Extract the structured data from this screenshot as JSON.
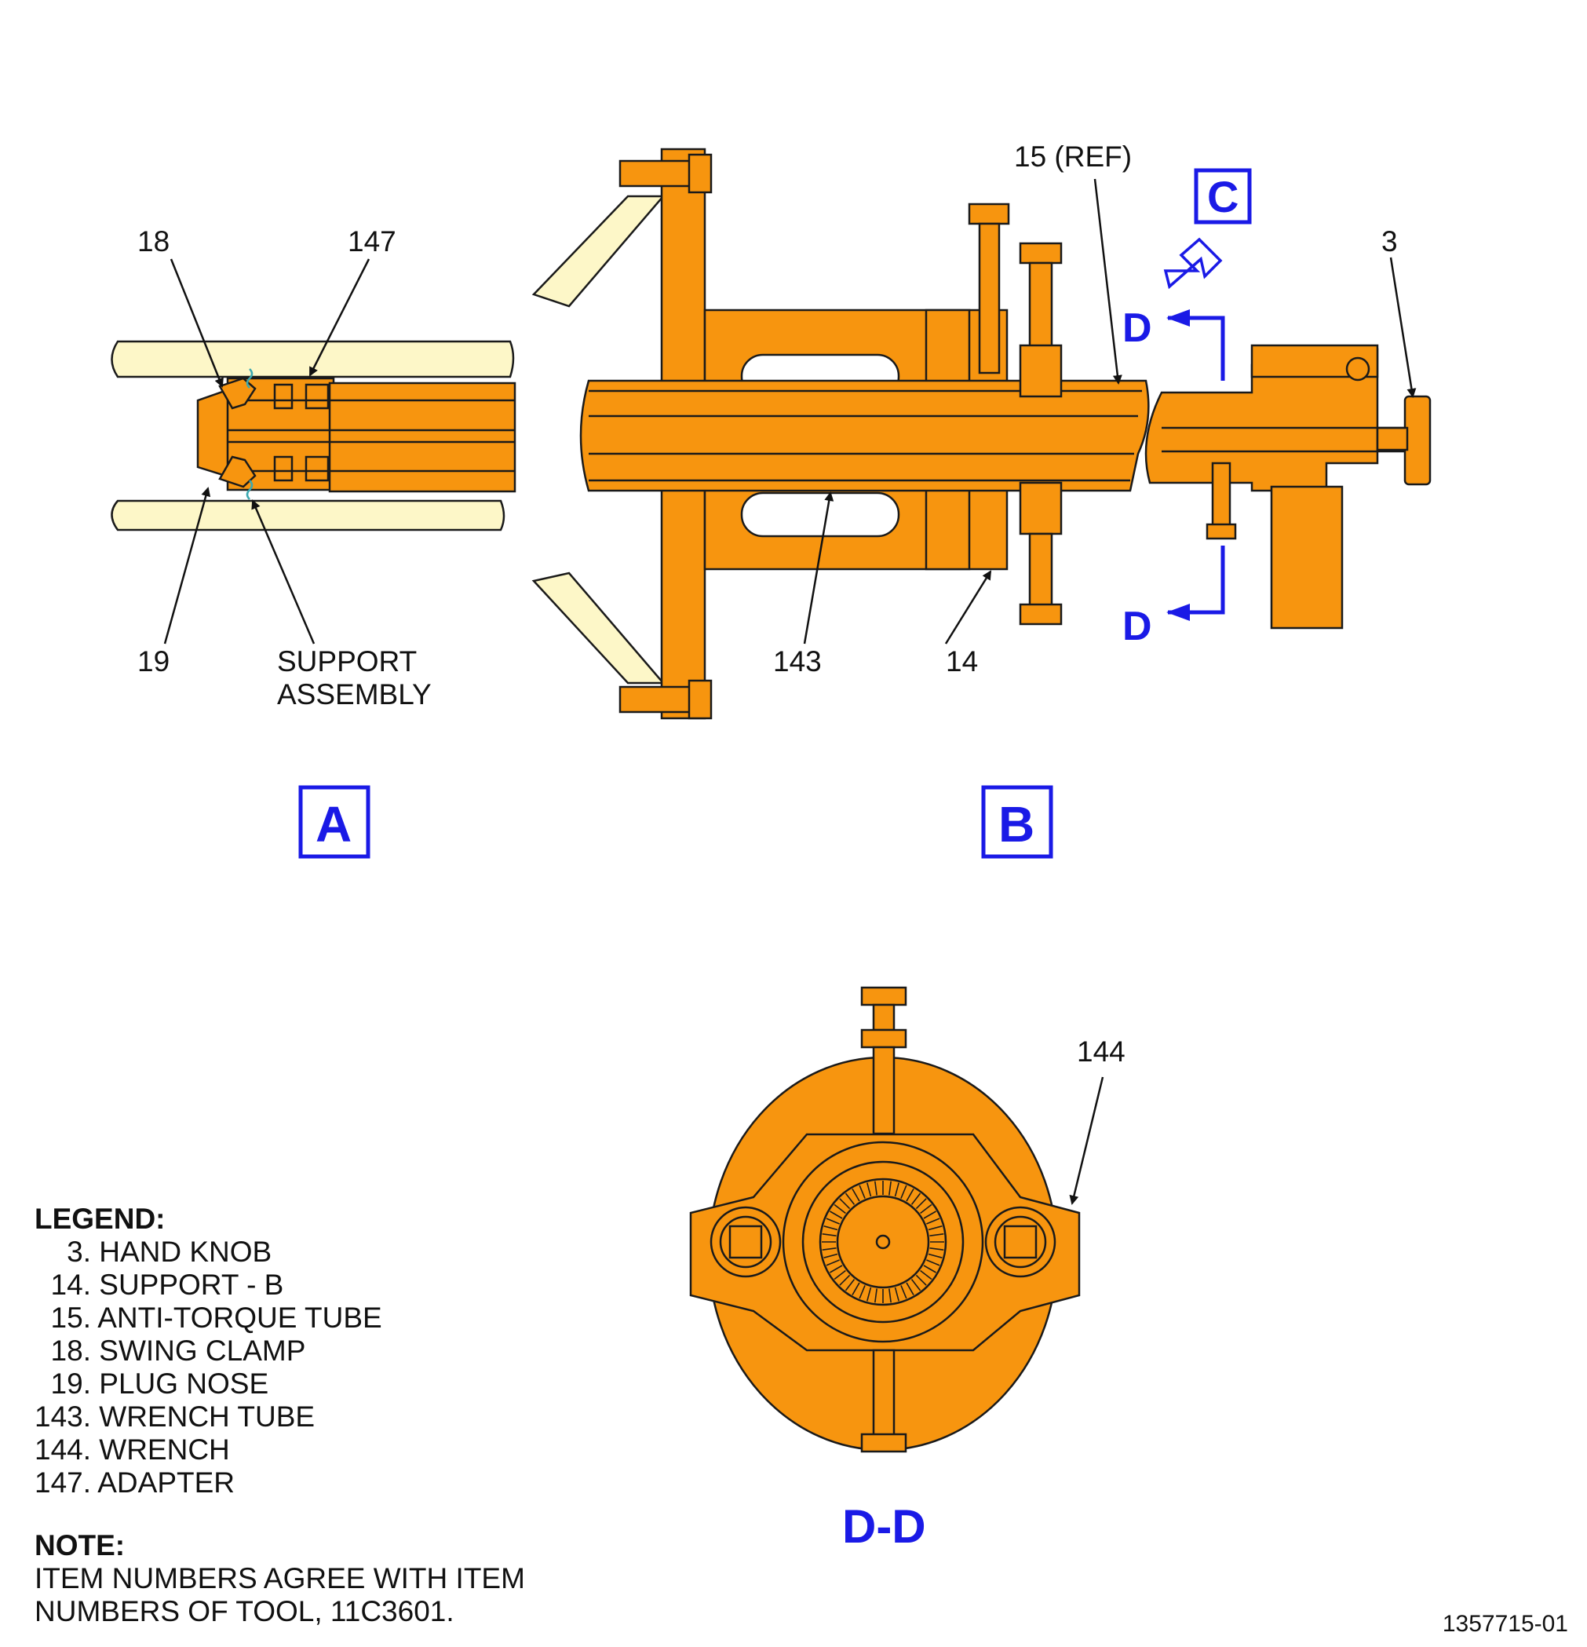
{
  "labels": {
    "item_18": "18",
    "item_147": "147",
    "item_19": "19",
    "support_assembly_line1": "SUPPORT",
    "support_assembly_line2": "ASSEMBLY",
    "item_15_ref": "15 (REF)",
    "item_3": "3",
    "item_143": "143",
    "item_14": "14",
    "item_144": "144"
  },
  "view_letters": {
    "a": "A",
    "b": "B",
    "c": "C",
    "d_top": "D",
    "d_bottom": "D",
    "section": "D-D"
  },
  "legend": {
    "title": "LEGEND:",
    "items": [
      "    3. HAND KNOB",
      "  14. SUPPORT - B",
      "  15. ANTI-TORQUE TUBE",
      "  18. SWING CLAMP",
      "  19. PLUG NOSE",
      "143. WRENCH TUBE",
      "144. WRENCH",
      "147. ADAPTER"
    ]
  },
  "note": {
    "title": "NOTE:",
    "lines": [
      "ITEM NUMBERS AGREE WITH ITEM",
      "NUMBERS OF TOOL, 11C3601."
    ]
  },
  "figure_number": "1357715-01",
  "colors": {
    "part_fill": "#f7950f",
    "part_stroke": "#1a1a1a",
    "engine_fill": "#fdf7c8",
    "view_blue": "#1a1ae6"
  }
}
